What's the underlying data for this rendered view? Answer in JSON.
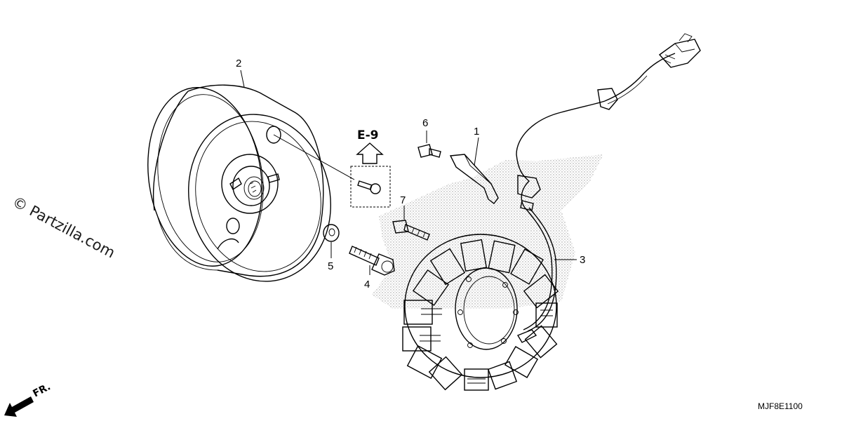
{
  "diagram": {
    "callouts": {
      "c1": "1",
      "c2": "2",
      "c3": "3",
      "c4": "4",
      "c5": "5",
      "c6": "6",
      "c7": "7"
    },
    "reference": "E-9",
    "part_code": "MJF8E1100",
    "watermark": "© Partzilla.com",
    "direction_label": "FR."
  }
}
